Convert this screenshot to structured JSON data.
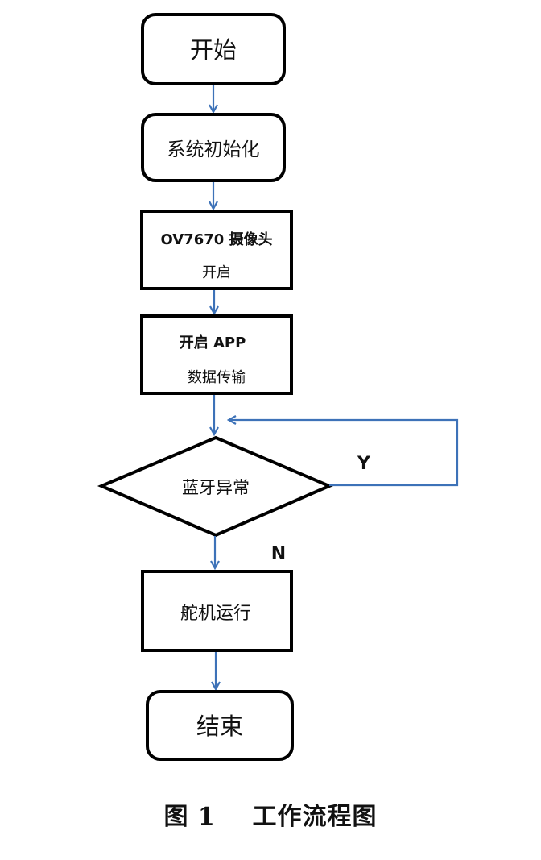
{
  "nodes": {
    "start": {
      "label": "开始"
    },
    "init": {
      "label": "系统初始化"
    },
    "camera": {
      "line1": "OV7670 摄像头",
      "line2": "开启"
    },
    "app": {
      "line1": "开启 APP",
      "line2": "数据传输"
    },
    "decision": {
      "label": "蓝牙异常"
    },
    "servo": {
      "label": "舵机运行"
    },
    "end": {
      "label": "结束"
    }
  },
  "branches": {
    "yes": "Y",
    "no": "N"
  },
  "caption": "图 1    工作流程图",
  "colors": {
    "arrow": "#3d72b8",
    "stroke": "#000000"
  }
}
